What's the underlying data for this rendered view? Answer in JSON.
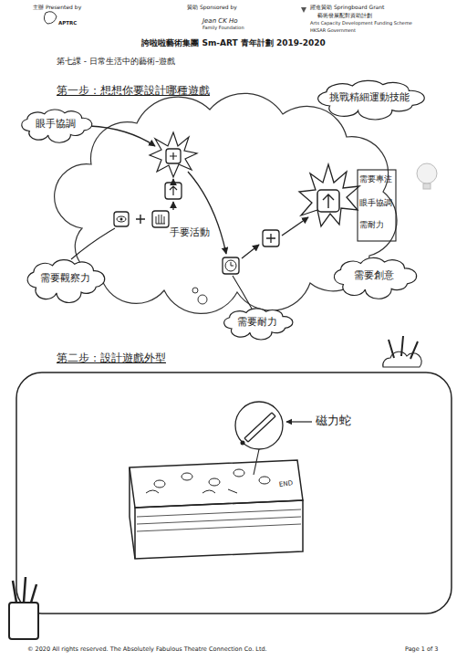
{
  "diagram": {
    "title": "誇啦啦藝術集團 Sm-ART 青年計劃 2019-2020",
    "nodes": [
      {
        "text": [
          "挑戰精細運動技能"
        ]
      },
      {
        "text": [
          "眼手協調"
        ]
      },
      {
        "text": [
          "需要觀察力"
        ]
      },
      {
        "text": [
          "需要創意"
        ]
      },
      {
        "text": [
          "需要耐力"
        ]
      }
    ],
    "labels": [
      "主辦 Presented by",
      "APTRC",
      "贊助 Sponsored by",
      "Jean CK Ho",
      "Family Foundation",
      "躍進贊助 Springboard Grant",
      "藝術發展配對資助計劃",
      "Arts Capacity Development Funding Scheme",
      "HKSAR Government",
      "第七課 - 日常生活中的藝術–遊戲",
      "第一步：想想你要設計哪種遊戲",
      "手要活動",
      "需要專注",
      "眼手協調",
      "需耐力",
      "第二步：設計遊戲外型",
      "磁力蛇",
      "END",
      "© 2020 All rights reserved. The Absolutely Fabulous Theatre Connection Co. Ltd.",
      "Page 1 of 3"
    ]
  }
}
